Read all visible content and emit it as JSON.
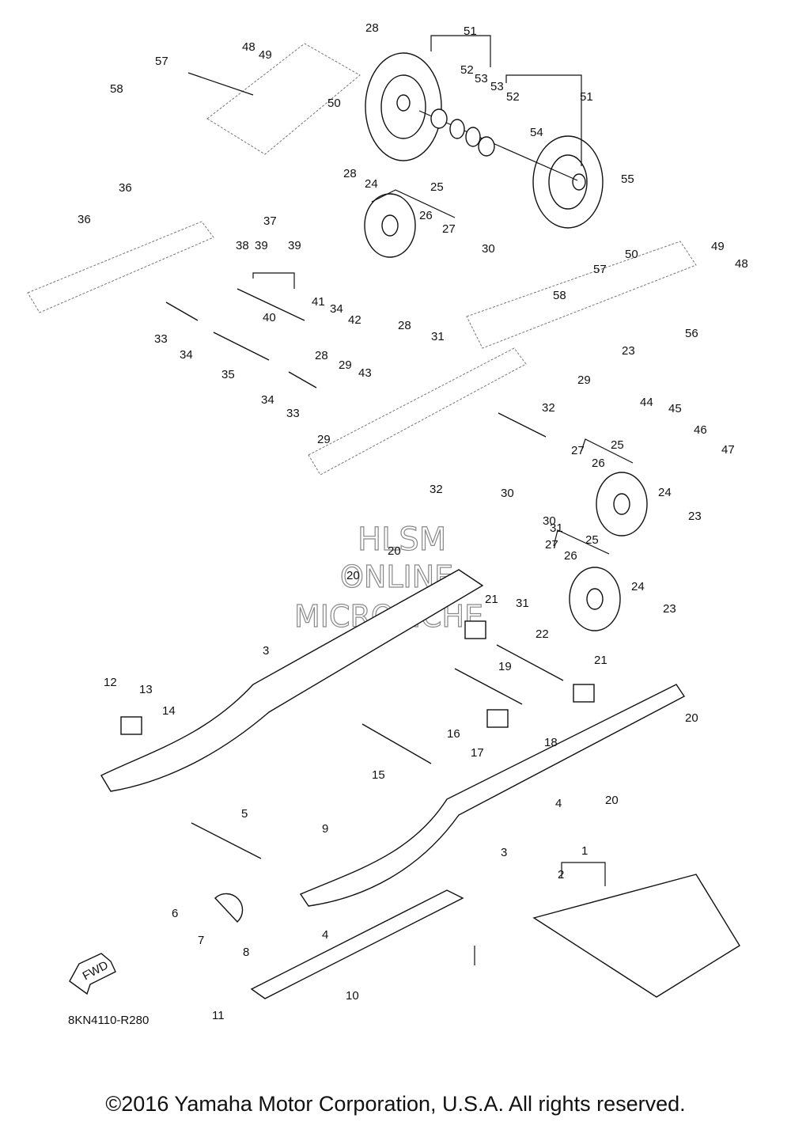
{
  "diagram": {
    "code": "8KN4110-R280",
    "copyright": "©2016 Yamaha Motor Corporation, U.S.A. All rights reserved.",
    "fwd_label": "FWD",
    "watermark": [
      "HLSM",
      "ONLINE",
      "MICROFICHE"
    ],
    "callouts": [
      "1",
      "2",
      "3",
      "3",
      "4",
      "4",
      "5",
      "6",
      "7",
      "8",
      "9",
      "10",
      "11",
      "12",
      "13",
      "14",
      "15",
      "16",
      "17",
      "18",
      "19",
      "20",
      "20",
      "20",
      "20",
      "21",
      "21",
      "22",
      "23",
      "23",
      "23",
      "24",
      "24",
      "24",
      "25",
      "25",
      "25",
      "26",
      "26",
      "26",
      "27",
      "27",
      "27",
      "28",
      "28",
      "28",
      "28",
      "29",
      "29",
      "29",
      "30",
      "30",
      "30",
      "31",
      "31",
      "31",
      "32",
      "32",
      "33",
      "33",
      "34",
      "34",
      "34",
      "35",
      "36",
      "36",
      "37",
      "38",
      "39",
      "39",
      "40",
      "41",
      "42",
      "43",
      "44",
      "45",
      "46",
      "47",
      "48",
      "48",
      "49",
      "49",
      "50",
      "50",
      "51",
      "51",
      "52",
      "52",
      "53",
      "53",
      "54",
      "55",
      "56",
      "57",
      "57",
      "58",
      "58"
    ]
  }
}
